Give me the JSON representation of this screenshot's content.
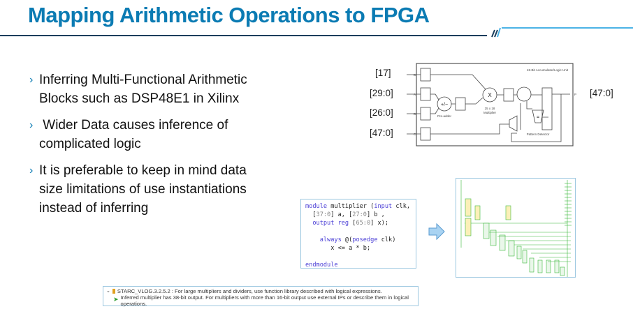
{
  "title": "Mapping Arithmetic Operations to FPGA",
  "bullet_marker": "›",
  "bullets": [
    {
      "lines": [
        "Inferring Multi-Functional Arithmetic",
        "Blocks such as DSP48E1 in Xilinx"
      ]
    },
    {
      "lines": [
        " Wider Data causes inference of",
        "complicated logic"
      ]
    },
    {
      "lines": [
        "It is preferable to keep in mind data",
        "size limitations of use instantiations",
        "instead of inferring"
      ]
    }
  ],
  "diagram": {
    "title": "48-Bit Accumulator/Logic Unit",
    "port_labels": {
      "b": "[17]",
      "a": "[29:0]",
      "d": "[26:0]",
      "c": "[47:0]",
      "p": "[47:0]"
    },
    "pins": {
      "b": "B",
      "a": "A",
      "d": "D",
      "c": "C",
      "p": "P"
    },
    "preadder_symbol": "+/−",
    "preadder_label": "Pre-adder",
    "mult_symbol": "X",
    "mult_label": [
      "25 x 18",
      "Multiplier"
    ],
    "eq_symbol": "=",
    "pattern_label": "Pattern Detector"
  },
  "code": {
    "l1_kw": "module",
    "l1_rest": " multiplier (",
    "l1_kw2": "input",
    "l1_end": " clk,",
    "l2_a": "  [",
    "l2_n1": "37:0",
    "l2_b": "] a, [",
    "l2_n2": "27:0",
    "l2_c": "] b ,",
    "l3_kw": "  output reg",
    "l3_a": " [",
    "l3_n": "65:0",
    "l3_b": "] x);",
    "l5_kw": "    always",
    "l5_a": " @(",
    "l5_kw2": "posedge",
    "l5_b": " clk)",
    "l6": "       x <= a * b;",
    "l8_kw": "endmodule"
  },
  "message": {
    "rule": "STARC_VLOG.3.2.5.2 : For large multipliers and dividers, use function library described with logical expressions.",
    "detail": "Inferred multiplier has 38-bit output. For multipliers with more than 16-bit output use external IPs or describe them in logical operations."
  },
  "colors": {
    "accent": "#0b7bb3",
    "light_line": "#4bb3e6",
    "dark_line": "#1a3d5c",
    "netlist_green": "#3cb83c"
  }
}
